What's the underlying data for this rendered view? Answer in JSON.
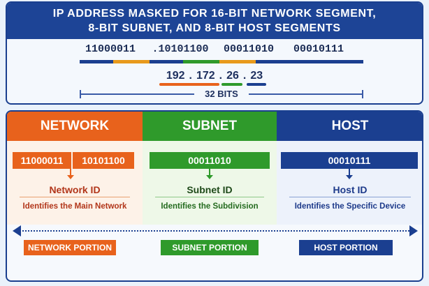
{
  "title": {
    "line1": "IP ADDRESS MASKED FOR 16-BIT NETWORK SEGMENT,",
    "line2": "8-BIT SUBNET, AND 8-BIT HOST SEGMENTS"
  },
  "address": {
    "octets_binary": [
      "11000011",
      ".10101100",
      "00011010",
      "00010111"
    ],
    "octets_decimal": [
      "192",
      "172",
      "26",
      "23"
    ],
    "dot": ".",
    "span_label": "32 BITS"
  },
  "colors": {
    "network": "#e8621c",
    "subnet": "#2f9a2b",
    "host": "#1b3f90",
    "network_accent": "#e89a1c",
    "text_network": "#b2361a",
    "text_subnet": "#246b1f",
    "text_host": "#1d3a8a"
  },
  "columns": {
    "network": {
      "header": "NETWORK",
      "octet1": "11000011",
      "octet2": "10101100",
      "label": "Network ID",
      "description": "Identifies the Main Network",
      "portion": "NETWORK PORTION"
    },
    "subnet": {
      "header": "SUBNET",
      "octet": "00011010",
      "label": "Subnet ID",
      "description": "Identifies the Subdivision",
      "portion": "SUBNET PORTION"
    },
    "host": {
      "header": "HOST",
      "octet": "00010111",
      "label": "Host ID",
      "description": "Identifies the Specific Device",
      "portion": "HOST PORTION"
    }
  },
  "icons": [
    "double-arrow-icon"
  ]
}
